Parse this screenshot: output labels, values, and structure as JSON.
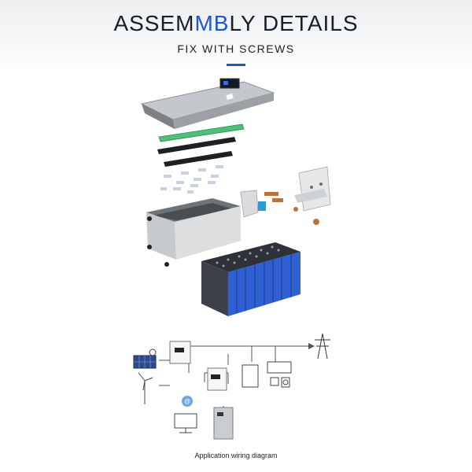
{
  "header": {
    "title_part1": "ASSEM",
    "title_accent": "MB",
    "title_part2": "LY DETAILS",
    "subtitle": "FIX WITH SCREWS",
    "accent_color": "#1f56c9"
  },
  "exploded_view": {
    "parts": [
      "top-cover",
      "display-screen",
      "insulation-strip",
      "busbar-holder",
      "busbar-holder",
      "busbar-connectors",
      "battery-case",
      "side-bracket",
      "copper-terminals",
      "mounting-bracket",
      "battery-cells"
    ],
    "cell_count": 8
  },
  "wiring_diagram": {
    "caption": "Application wiring diagram",
    "components": [
      "solar-panel",
      "wind-turbine",
      "hybrid-inverter",
      "inverter",
      "transmission-tower",
      "appliances",
      "cloud-monitoring",
      "computer",
      "battery-cabinet"
    ]
  }
}
